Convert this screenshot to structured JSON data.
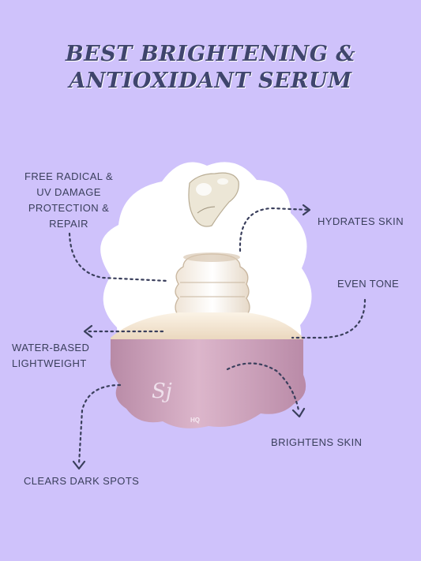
{
  "title": {
    "line1": "BEST BRIGHTENING &",
    "line2": "ANTIOXIDANT SERUM"
  },
  "labels": {
    "free_radical": [
      "FREE RADICAL &",
      "UV DAMAGE",
      "PROTECTION &",
      "REPAIR"
    ],
    "hydrates": "HYDRATES SKIN",
    "even_tone": "EVEN TONE",
    "water_based": [
      "WATER-BASED",
      "LIGHTWEIGHT"
    ],
    "brightens": "BRIGHTENS SKIN",
    "dark_spots": "CLEARS DARK SPOTS"
  },
  "product": {
    "logo_text": "Sj",
    "badge_text": "HQ"
  },
  "colors": {
    "background": "#cfc2fb",
    "title": "#3f456d",
    "text": "#3a3f5c",
    "arrow": "#3a3f5c",
    "jar_label": "#c79ab8",
    "cream": "#f3e7d4"
  }
}
